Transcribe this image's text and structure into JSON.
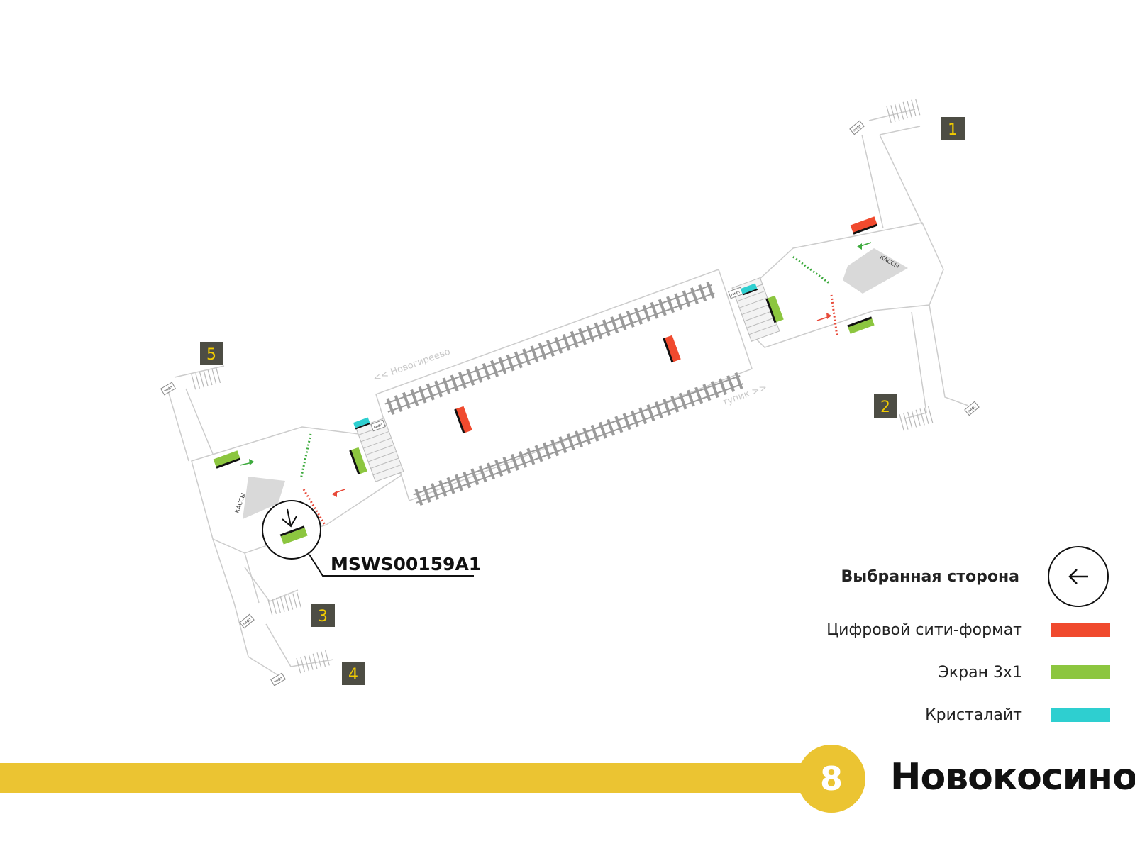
{
  "station": {
    "name": "Новокосино",
    "line_number": "8",
    "line_color": "#ebc432"
  },
  "map": {
    "exits": [
      {
        "label": "1"
      },
      {
        "label": "2"
      },
      {
        "label": "3"
      },
      {
        "label": "4"
      },
      {
        "label": "5"
      }
    ],
    "directions": {
      "left": "<< Новогиреево",
      "right": "тупик >>"
    },
    "kassy_label": "КАССЫ",
    "lift_label": "лифт",
    "selected_code": "MSWS00159A1"
  },
  "legend": {
    "selected_side": "Выбранная сторона",
    "items": [
      {
        "label": "Цифровой сити-формат",
        "color": "#f04a2e"
      },
      {
        "label": "Экран 3х1",
        "color": "#8cc63f"
      },
      {
        "label": "Кристалайт",
        "color": "#2ecfd0"
      }
    ]
  },
  "colors": {
    "exit_box": "#4d4d44",
    "exit_text": "#f2cc00",
    "outline": "#c9c9c9"
  }
}
